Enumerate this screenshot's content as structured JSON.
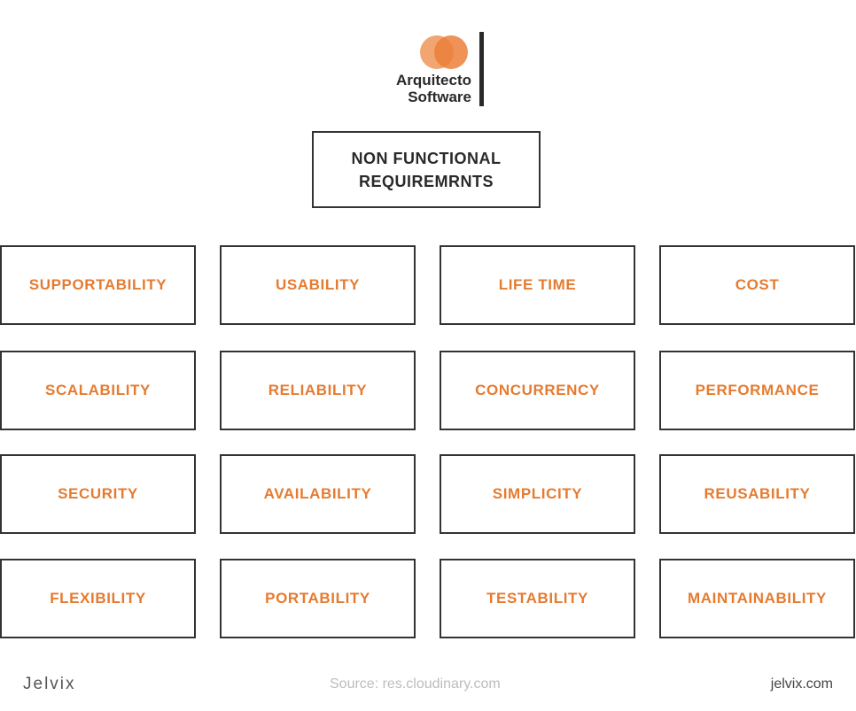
{
  "logo": {
    "line1": "Arquitecto",
    "line2": "Software",
    "colors": {
      "circle_light": "#f0a068",
      "circle_dark": "#ec7f3a",
      "text": "#2a2a2a"
    }
  },
  "title": {
    "line1": "NON FUNCTIONAL",
    "line2": "REQUIREMRNTS"
  },
  "requirements": [
    [
      "SUPPORTABILITY",
      "USABILITY",
      "LIFE TIME",
      "COST"
    ],
    [
      "SCALABILITY",
      "RELIABILITY",
      "CONCURRENCY",
      "PERFORMANCE"
    ],
    [
      "SECURITY",
      "AVAILABILITY",
      "SIMPLICITY",
      "REUSABILITY"
    ],
    [
      "FLEXIBILITY",
      "PORTABILITY",
      "TESTABILITY",
      "MAINTAINABILITY"
    ]
  ],
  "colors": {
    "accent": "#e57b30",
    "border": "#333333"
  },
  "footer": {
    "brand": "Jelvix",
    "source": "Source: res.cloudinary.com",
    "site": "jelvix.com"
  }
}
